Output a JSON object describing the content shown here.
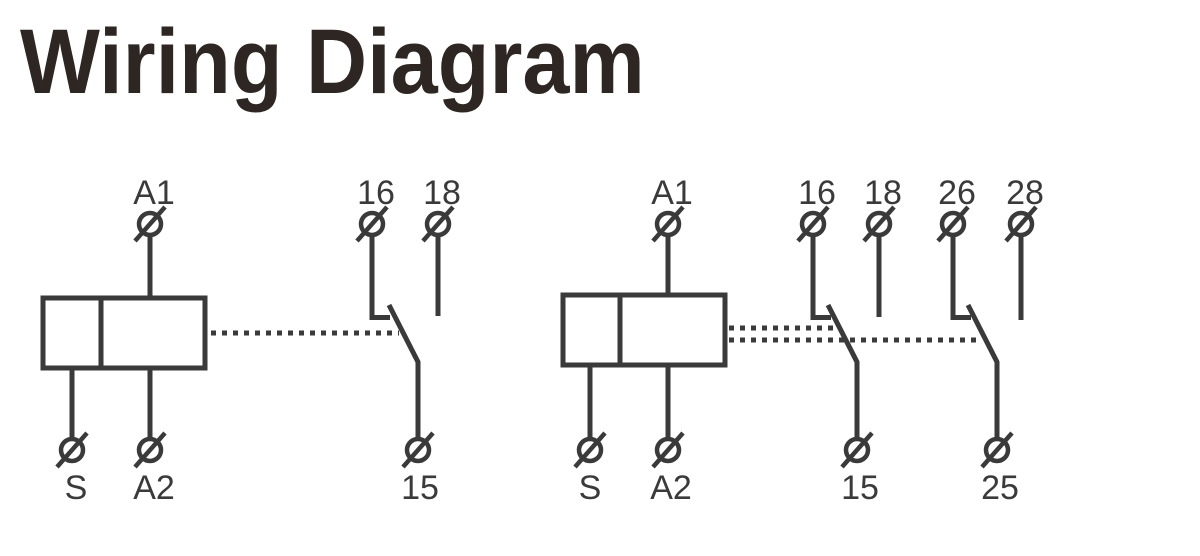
{
  "title": "Wiring Diagram",
  "colors": {
    "line": "#3a3a3a",
    "title": "#2e2622",
    "background": "#ffffff"
  },
  "icons": {
    "screw_terminal": "circle-with-slash"
  },
  "diagrams": [
    {
      "id": "relay-single-changeover",
      "coil": {
        "top": "A1",
        "bottom_left": "S",
        "bottom_right": "A2"
      },
      "poles": [
        {
          "nc": "16",
          "no": "18",
          "common": "15"
        }
      ]
    },
    {
      "id": "relay-double-changeover",
      "coil": {
        "top": "A1",
        "bottom_left": "S",
        "bottom_right": "A2"
      },
      "poles": [
        {
          "nc": "16",
          "no": "18",
          "common": "15"
        },
        {
          "nc": "26",
          "no": "28",
          "common": "25"
        }
      ]
    }
  ]
}
